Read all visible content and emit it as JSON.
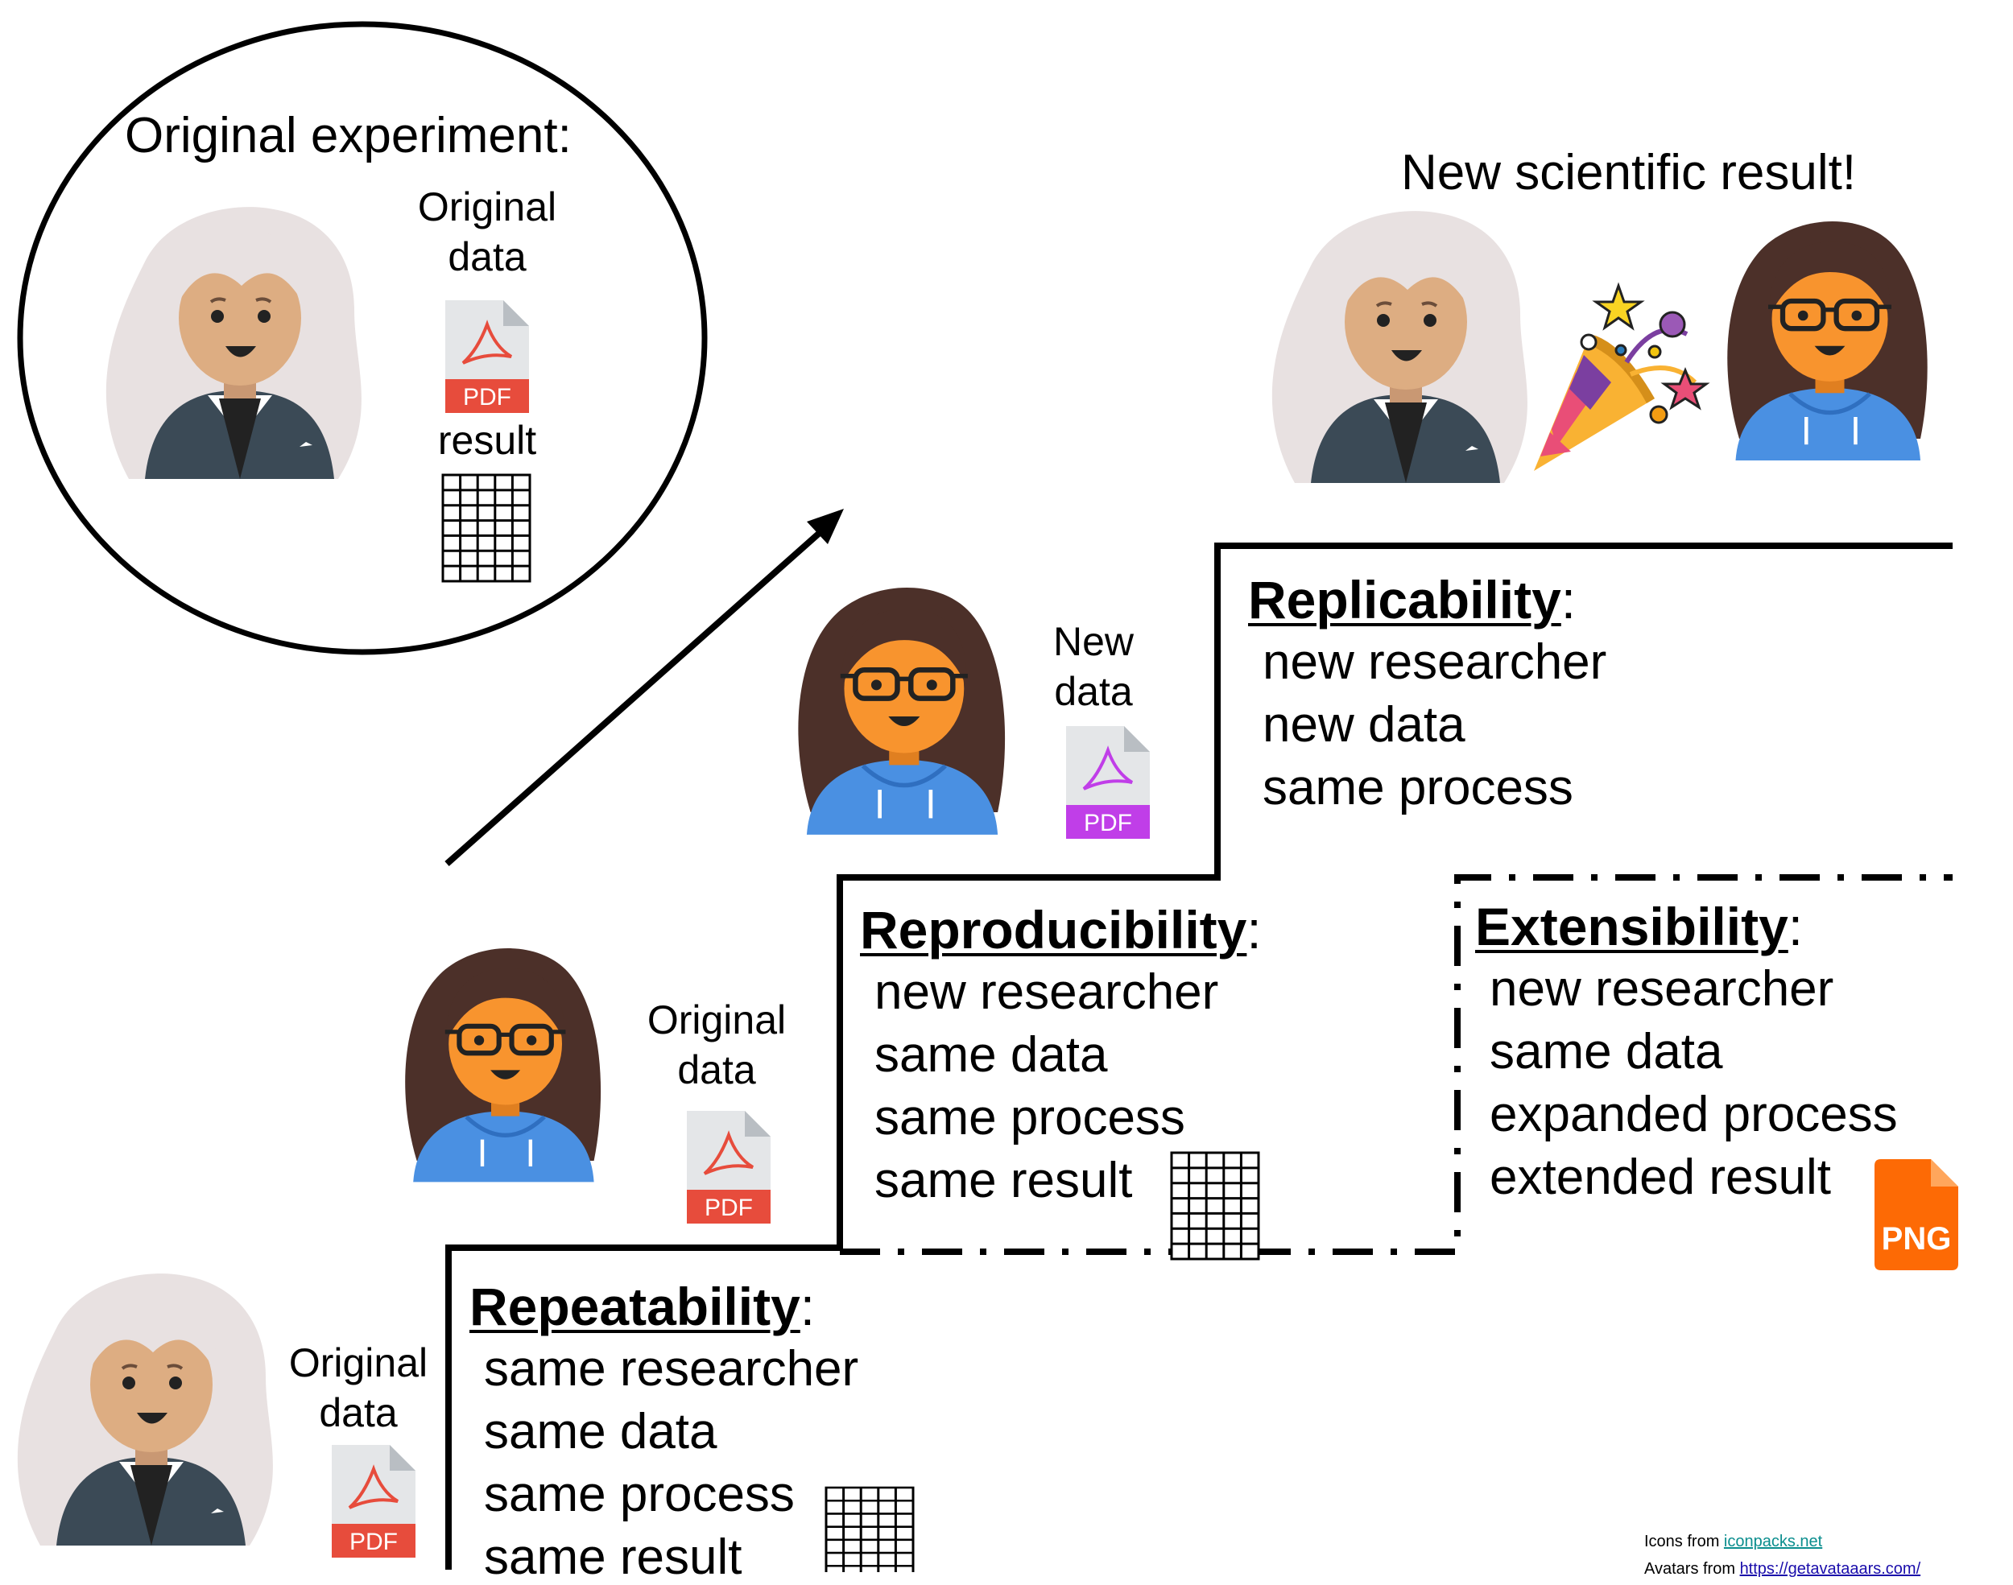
{
  "original_experiment": {
    "title": "Original experiment:",
    "data_label_1": "Original",
    "data_label_2": "data",
    "result_label": "result"
  },
  "new_result": {
    "title": "New scientific result!"
  },
  "file_badges": {
    "pdf": "PDF",
    "png": "PNG"
  },
  "data_labels": {
    "original_1": "Original",
    "original_2": "data",
    "new_1": "New",
    "new_2": "data"
  },
  "steps": {
    "repeatability": {
      "heading": "Repeatability",
      "lines": [
        "same researcher",
        "same data",
        "same process",
        "same result"
      ]
    },
    "reproducibility": {
      "heading": "Reproducibility",
      "lines": [
        "new researcher",
        "same data",
        "same process",
        "same result"
      ]
    },
    "replicability": {
      "heading": "Replicability",
      "lines": [
        "new researcher",
        "new data",
        "same process"
      ]
    },
    "extensibility": {
      "heading": "Extensibility",
      "lines": [
        "new researcher",
        "same data",
        "expanded process",
        "extended result"
      ]
    }
  },
  "credits": {
    "icons_prefix": "Icons from ",
    "icons_link": "iconpacks.net",
    "avatars_prefix": "Avatars from ",
    "avatars_link": "https://getavataaars.com/"
  },
  "colors": {
    "pdf_red": "#e74c3c",
    "pdf_purple": "#c03ee8",
    "png_orange": "#fd6a05",
    "hoodie_blue": "#4a90e2",
    "skin_orange": "#f8942e",
    "skin_tan": "#ddad82",
    "hair_brown": "#4c3029",
    "hair_gray": "#e8e1e1",
    "blazer": "#3b4a56"
  }
}
